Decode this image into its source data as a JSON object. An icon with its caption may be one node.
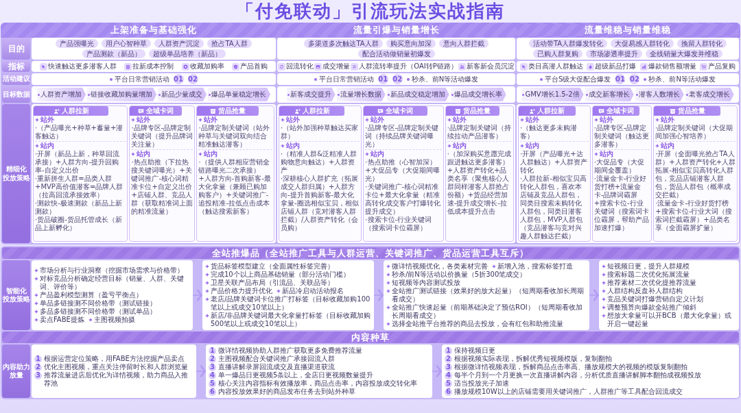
{
  "diagram": {
    "title": "「付免联动」引流玩法实战指南",
    "nodes": [
      {
        "text": [
          "上架准备与基础强化"
        ]
      },
      {
        "text": [
          "流量引爆与销量增长"
        ]
      },
      {
        "text": [
          "流量维稳与销量维稳"
        ]
      },
      {
        "text": [
          "目的"
        ]
      },
      {
        "text": [
          "产品强曝光"
        ]
      },
      {
        "text": [
          "用户心智种草"
        ]
      },
      {
        "text": [
          "人群资产沉淀"
        ]
      },
      {
        "text": [
          "抢占TA人群"
        ]
      },
      {
        "text": [
          "产品测款（新品）"
        ]
      },
      {
        "text": [
          "超级单品培养（新品）"
        ]
      },
      {
        "text": [
          "多渠道多次触达TA人群"
        ]
      },
      {
        "text": [
          "购买意向加深"
        ]
      },
      {
        "text": [
          "意向人群拦截"
        ]
      },
      {
        "text": [
          "配合活动做销量初爆发"
        ]
      },
      {
        "text": [
          "活动带TA人群爆发转化"
        ]
      },
      {
        "text": [
          "大促易感人群转化"
        ]
      },
      {
        "text": [
          "挽留人群转化"
        ]
      },
      {
        "text": [
          "已购人群复购"
        ]
      },
      {
        "text": [
          "市场渗透率提升"
        ]
      },
      {
        "text": [
          "全线销量大爆发并维稳"
        ]
      },
      {
        "text": [
          "指标"
        ]
      },
      {
        "text": [
          "活动建议"
        ]
      },
      {
        "text": [
          "目标数据"
        ]
      },
      {
        "text": [
          "人群资产增加"
        ]
      },
      {
        "text": [
          "链接收藏加购量增加"
        ]
      },
      {
        "text": [
          "新品少量成交"
        ]
      },
      {
        "text": [
          "爆品单量稳定增长"
        ]
      },
      {
        "text": [
          "新客成交提升"
        ]
      },
      {
        "text": [
          "流量增长数据"
        ]
      },
      {
        "text": [
          "新品成交稳定增加"
        ]
      },
      {
        "text": [
          "爆品成交增长率"
        ]
      },
      {
        "text": [
          "GMV增长1.5-2倍"
        ]
      },
      {
        "text": [
          "成交新客增长"
        ]
      },
      {
        "text": [
          "潜客人数增长"
        ]
      },
      {
        "text": [
          "老客成交增长"
        ]
      },
      {
        "text": [
          "精细化投放策略"
        ]
      },
      {
        "text": [
          "人群拉新",
          "站外",
          "·（产品曝光+种草+蓄量+潜客触达）",
          "站内",
          "·开屏（新品上新，种草回流承接）+人群方向-提升回购率-自定义出价",
          "·重新拼生人群=品类人群+MVP高价值潜客=品牌人群（拉高回流承接效率）",
          "·测款快-极速测款（新品上新测款）",
          "·货品破圈-货品托管成长（新品上新孵化）"
        ]
      },
      {
        "text": [
          "全域卡词",
          "站外",
          "·品牌专区-品牌定制关键词（提升品牌词关注量）",
          "站内",
          "·热点助推（下拉热搜关键词曝光）+关键词推广-核心词精准卡位+自定义出价+店铺人群、竞品人群（获取精准词上面的精准流量）"
        ]
      },
      {
        "text": [
          "货品抢量",
          "站外",
          "·品牌定制关键词（站外种草与关键词双向结合精准触达潜客）",
          "站内",
          "·（提供人群相应营销全链路曝光二次承接）+人群方向-首购新客-最大化拿量（兼顾已购加购客户）+关键词推广-追投精准-拉低点击成本（触达搜索新客）"
        ]
      },
      {
        "text": [
          "人群拉新",
          "站外",
          "·（站外加强种草触达买家群）",
          "站内",
          "·（精准人群&泛精准人群购物意向触达）+人群资产",
          "·深耕核心人群扩充（拓展成交人群归属）+人群方向-提升首购新客-最大化拿量-圈选相似宝贝，相似店铺人群（竞对潜客人群拦截）/人群资产转化（会员购）"
        ]
      },
      {
        "text": [
          "全域卡词",
          "站外",
          "·品牌专区-品牌定制关键词（持续品牌关键词曝光）",
          "站内",
          "·热点助推（心智加深）+大促品专（大促期间曝光）",
          "·关键词推广-核心词精准卡位+最大化拿量（精准高转化成交客户打爆转化提升成交）",
          "·搜索卡位-行业关键词（搜索词卡位霸屏）"
        ]
      },
      {
        "text": [
          "货品抢量",
          "站外",
          "·品牌定制关键词（持续拉动产品潜客）",
          "站内",
          "·（加深购买意愿完成跟进触达更多潜客）+人群资产转化+品类名享（聚焦核心人群同样潜客人群抢占份额）+货品经营加速-提升成交增长-拉低成本提升点击"
        ]
      },
      {
        "text": [
          "人群拉新",
          "站外",
          "·（触达更多未购潜客）",
          "站内",
          "·开屏（产品曝光+达人群触达）+人群资产转化",
          "·人群拉新-相似宝贝高转化人群包，喜欢本店铺及竞品人群包，同类目搜索未购转化人群包，同类目潜客人群包，MVP人群包（竞品潜客与竞对兴趣人群触达拦截）"
        ]
      },
      {
        "text": [
          "全域卡词",
          "站外",
          "·品牌专区-品牌定制关键词（触达更多潜客）",
          "站内",
          "·大促品专（大促期间全覆盖）",
          "·流量金卡-行业好货打榜+流量金卡-品牌词霸屏+搜索卡位-行业关键词（搜索词卡位霸屏，帮助产品加速打爆）"
        ]
      },
      {
        "text": [
          "货品抢量",
          "站外",
          "·品牌定制关键词（大促期间加强心智培养）",
          "站内",
          "·开屏（全面曝光抢占TA人群）+人群资产转化+人群拓展-相似宝贝高转化人群包，竞品店铺潜客人群包，货品人群包（概率成交拦截）",
          "·流量金卡-行业好货打榜+搜索卡位-行业大词（搜索词拦截霸屏）+品类名享（全面霸屏扩量）"
        ]
      },
      {
        "text": [
          "全站推爆品（全站推广工具与人群运营、关键词推广、货品运营工具互斥）"
        ]
      },
      {
        "text": [
          "智能化投放策略"
        ]
      },
      {
        "text": [
          "市场分析与行业洞察（挖掘市场需求与价格带）",
          "对标竞品分析确定经营目标（销量、人群、关键词、评价等）",
          "产品盈利模型测算（盈亏平衡点）",
          "单品多链接测不同价格带（测试链接）",
          "多品多链接测不同价格带（测试单品）",
          "卖点FABE提炼",
          "主图视频拍摄"
        ]
      },
      {
        "text": [
          "货品标签模型建立（全面属性标签完善）",
          "完成10个以上商品基础销量（部分活动门槛）",
          "卫星关联产品布局（引流品、关联品等）",
          "产品价格力提升优化",
          "新品冷启动活动报名",
          "老店/品牌关键词卡位推广打标签（目标收藏加购100笔以上或成交10笔以上）",
          "新店/非品牌关键词最大化拿量打标签（目标收藏加购500笔以上或成交10笔以上）"
        ]
      },
      {
        "text": [
          "微详情视频优化，各类素材完善",
          "新增入池，搜索标签打造",
          "秒杀/前N等活动以价换量（5折300笔成交）",
          "短视频等内容测试投放",
          "全站推广测试链接（效果好的放大起量）（短周期看收加长周期看成交）",
          "全站推广快速起量（前期基础决定了预估ROI）（短周期看收加长周期看成交）",
          "选择全站推平台推荐的商品去投放，会有红包和助推流量"
        ]
      },
      {
        "text": [
          "短视频日更，提升人群规模",
          "搜索标题二次优化拓展流量",
          "推荐素材二次优化提推荐流量",
          "人群结构反盘补人群结构",
          "竞品关键词打爆营销自定义计划",
          "调整预算向爆款全站推广倾斜",
          "想放大拿量可以开BCB（最大化拿量）或开启一键起量"
        ]
      },
      {
        "text": [
          "内容种草"
        ]
      },
      {
        "text": [
          "内容助力放量"
        ]
      },
      {
        "text": [
          "1",
          "根据运营定位策略，用FABE方法挖掘产品卖点",
          "2",
          "优化主图视频，重点关注停留时长和人群浏览量",
          "3",
          "推荐流量进店后优化为详情视频，助力商品入推荐池"
        ]
      },
      {
        "text": [
          "1",
          "微详情视频协助人群推广获取更多免费推荐流量",
          "2",
          "主图视频配合关键词推广承接回流人群",
          "3",
          "直播讲解录屏回流成交及直播渠道获流",
          "4",
          "单一爆品日更视频5条以上，全店日更视频数量提升",
          "5",
          "核心关注内容指标有效播放率，商品点击率，内容投放成交转化率",
          "6",
          "内容投放效果好的商品发布任务去到站外种草"
        ]
      },
      {
        "text": [
          "1",
          "保持视频日更",
          "2",
          "根据视频实际表现，拆解优秀短视频模版，复制翻拍",
          "3",
          "根据微详情视频表现，拆解商品点击率高、播放规模大的视频的模版复制翻拍",
          "4",
          "每半个月到一个月更换一次直播讲解内容，分析优质直播讲解脚本翻拍成视频投放",
          "5",
          "适当投放光子加速",
          "6",
          "播放规模10W以上的店铺需要用关键词推广，人群推广等工具配合回流成交"
        ]
      }
    ],
    "edges": [
      {
        "from": 47,
        "to": 48,
        "arrow": "to"
      },
      {
        "from": 48,
        "to": 49,
        "arrow": "to"
      },
      {
        "from": 49,
        "to": 50,
        "arrow": "to"
      },
      {
        "from": 53,
        "to": 54,
        "arrow": "to"
      },
      {
        "from": 54,
        "to": 55,
        "arrow": "to"
      }
    ],
    "labels": [
      "快速触达更多潜客人群",
      "拉新成本控制",
      "收藏加购率",
      "产品首购",
      "回流转化",
      "成交增量",
      "人群流转率提升（OAI转P链路）",
      "新客新会员沉淀",
      "类目高潜人群触达",
      "超级新品打爆",
      "爆款销售额增量",
      "产品复购",
      "平台日常营销活动",
      "01",
      "02",
      "平台日常营销活动",
      "01",
      "02",
      "秒杀、前N等活动爆发",
      "平台S级大促配合爆发",
      "01",
      "02",
      "秒杀、前N等活动爆发"
    ]
  }
}
